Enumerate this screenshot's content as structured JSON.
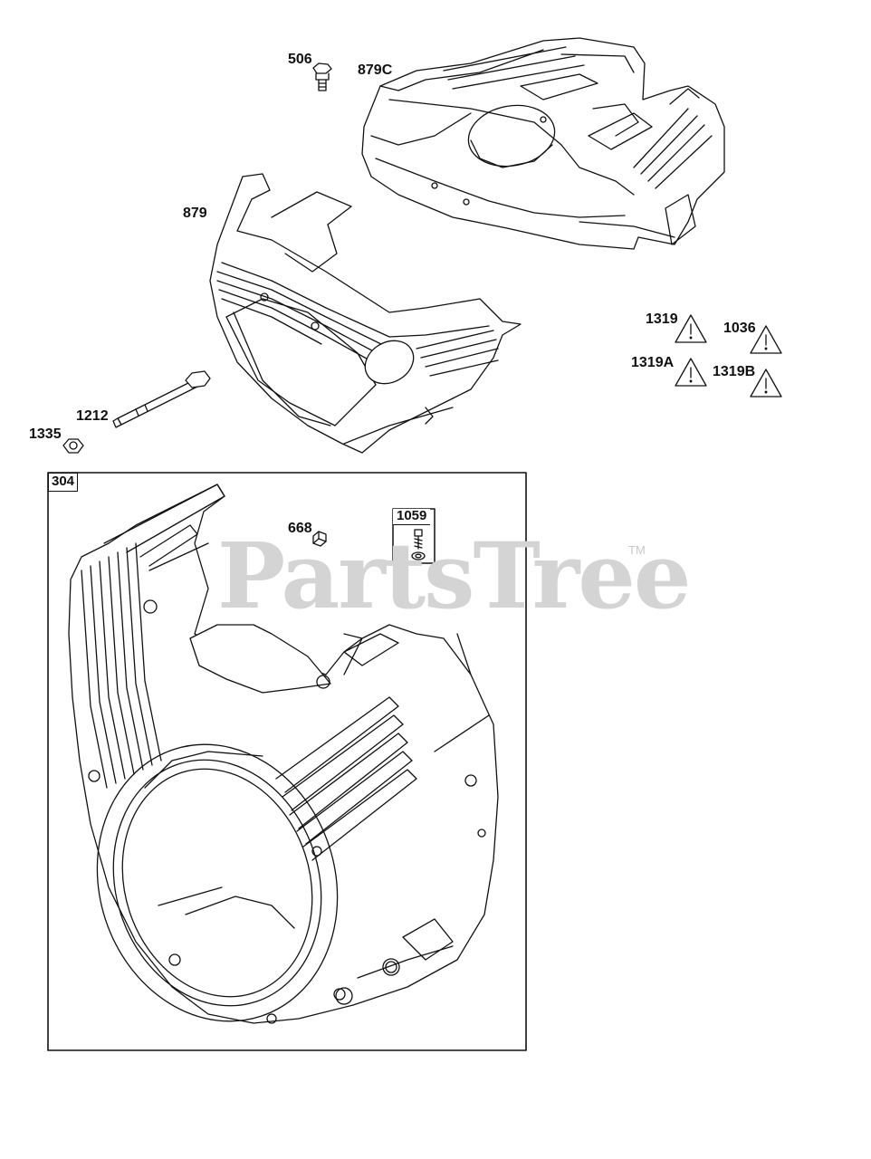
{
  "watermark": {
    "text": "PartsTree",
    "tm": "TM"
  },
  "callouts": {
    "c506": "506",
    "c879C": "879C",
    "c879": "879",
    "c1319": "1319",
    "c1036": "1036",
    "c1319A": "1319A",
    "c1319B": "1319B",
    "c1212": "1212",
    "c1335": "1335",
    "c668": "668"
  },
  "boxes": {
    "b304": "304",
    "b1059": "1059"
  },
  "icons": {
    "warning": "warning-triangle-icon"
  },
  "colors": {
    "line": "#111111",
    "watermark": "#d4d4d4",
    "background": "#ffffff"
  }
}
